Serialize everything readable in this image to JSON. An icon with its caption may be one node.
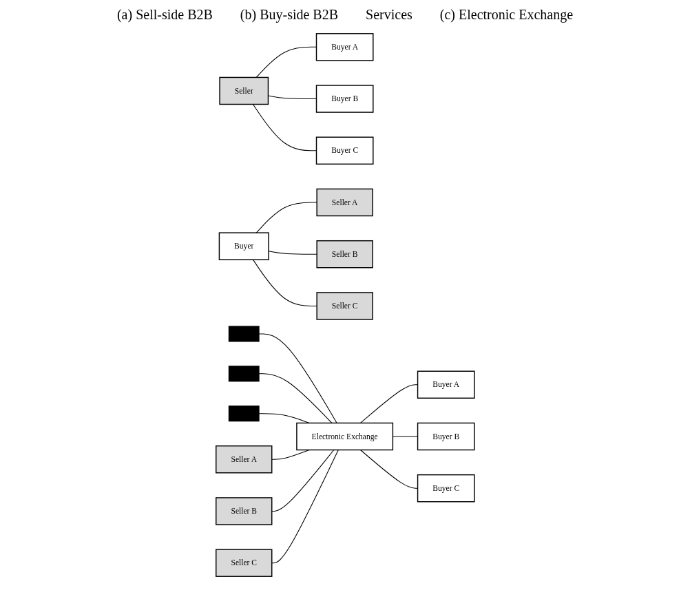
{
  "diagram": {
    "nodes": [
      {
        "text": [
          "Seller"
        ]
      },
      {
        "text": [
          "Buyer A"
        ]
      },
      {
        "text": [
          "Buyer B"
        ]
      },
      {
        "text": [
          "Buyer C"
        ]
      },
      {
        "text": [
          "Buyer"
        ]
      },
      {
        "text": [
          "Seller A"
        ]
      },
      {
        "text": [
          "Seller B"
        ]
      },
      {
        "text": [
          "Seller C"
        ]
      },
      {
        "text": [],
        "shape": "box"
      },
      {
        "text": [],
        "shape": "box"
      },
      {
        "text": [],
        "shape": "box"
      },
      {
        "text": [
          "Seller A"
        ]
      },
      {
        "text": [
          "Seller B"
        ]
      },
      {
        "text": [
          "Seller C"
        ]
      },
      {
        "text": [
          "Electronic Exchange"
        ]
      },
      {
        "text": [
          "Buyer A"
        ]
      },
      {
        "text": [
          "Buyer B"
        ]
      },
      {
        "text": [
          "Buyer C"
        ]
      }
    ],
    "edges": [
      {
        "from": 0,
        "to": 1,
        "arrow": "none"
      },
      {
        "from": 0,
        "to": 2,
        "arrow": "none"
      },
      {
        "from": 0,
        "to": 3,
        "arrow": "none"
      },
      {
        "from": 4,
        "to": 5,
        "arrow": "none"
      },
      {
        "from": 4,
        "to": 6,
        "arrow": "none"
      },
      {
        "from": 4,
        "to": 7,
        "arrow": "none"
      },
      {
        "from": 8,
        "to": 14,
        "arrow": "none"
      },
      {
        "from": 9,
        "to": 14,
        "arrow": "none"
      },
      {
        "from": 10,
        "to": 14,
        "arrow": "none"
      },
      {
        "from": 11,
        "to": 14,
        "arrow": "none"
      },
      {
        "from": 12,
        "to": 14,
        "arrow": "none"
      },
      {
        "from": 13,
        "to": 14,
        "arrow": "none"
      },
      {
        "from": 14,
        "to": 15,
        "arrow": "none"
      },
      {
        "from": 14,
        "to": 16,
        "arrow": "none"
      },
      {
        "from": 14,
        "to": 17,
        "arrow": "none"
      }
    ],
    "labels": [
      "(a) Sell-side B2B",
      "(b) Buy-side B2B",
      "Services",
      "(c) Electronic Exchange"
    ]
  }
}
